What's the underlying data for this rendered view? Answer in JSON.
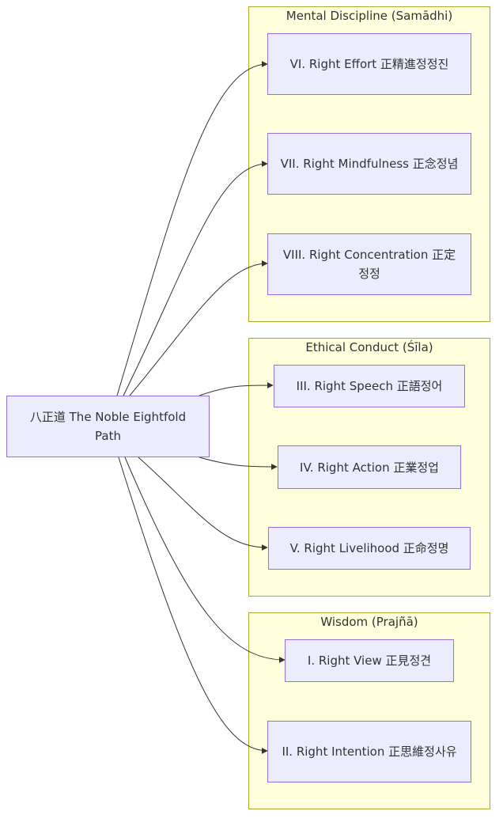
{
  "diagram": {
    "root": {
      "label": "八正道 The Noble Eightfold Path"
    },
    "clusters": [
      {
        "title": "Mental Discipline (Samādhi)",
        "nodes": [
          {
            "label": "VI. Right Effort 正精進정정진"
          },
          {
            "label": "VII. Right Mindfulness 正念정념"
          },
          {
            "label": "VIII. Right Concentration 正定정정"
          }
        ]
      },
      {
        "title": "Ethical Conduct (Śīla)",
        "nodes": [
          {
            "label": "III. Right Speech 正語정어"
          },
          {
            "label": "IV. Right Action 正業정업"
          },
          {
            "label": "V. Right Livelihood 正命정명"
          }
        ]
      },
      {
        "title": "Wisdom (Prajñā)",
        "nodes": [
          {
            "label": "I. Right View 正見정견"
          },
          {
            "label": "II. Right Intention 正思維정사유"
          }
        ]
      }
    ],
    "colors": {
      "node_fill": "#ececff",
      "node_border": "#9370db",
      "cluster_fill": "#ffffde",
      "cluster_border": "#aaaa33",
      "edge": "#333333",
      "text": "#333333"
    }
  }
}
